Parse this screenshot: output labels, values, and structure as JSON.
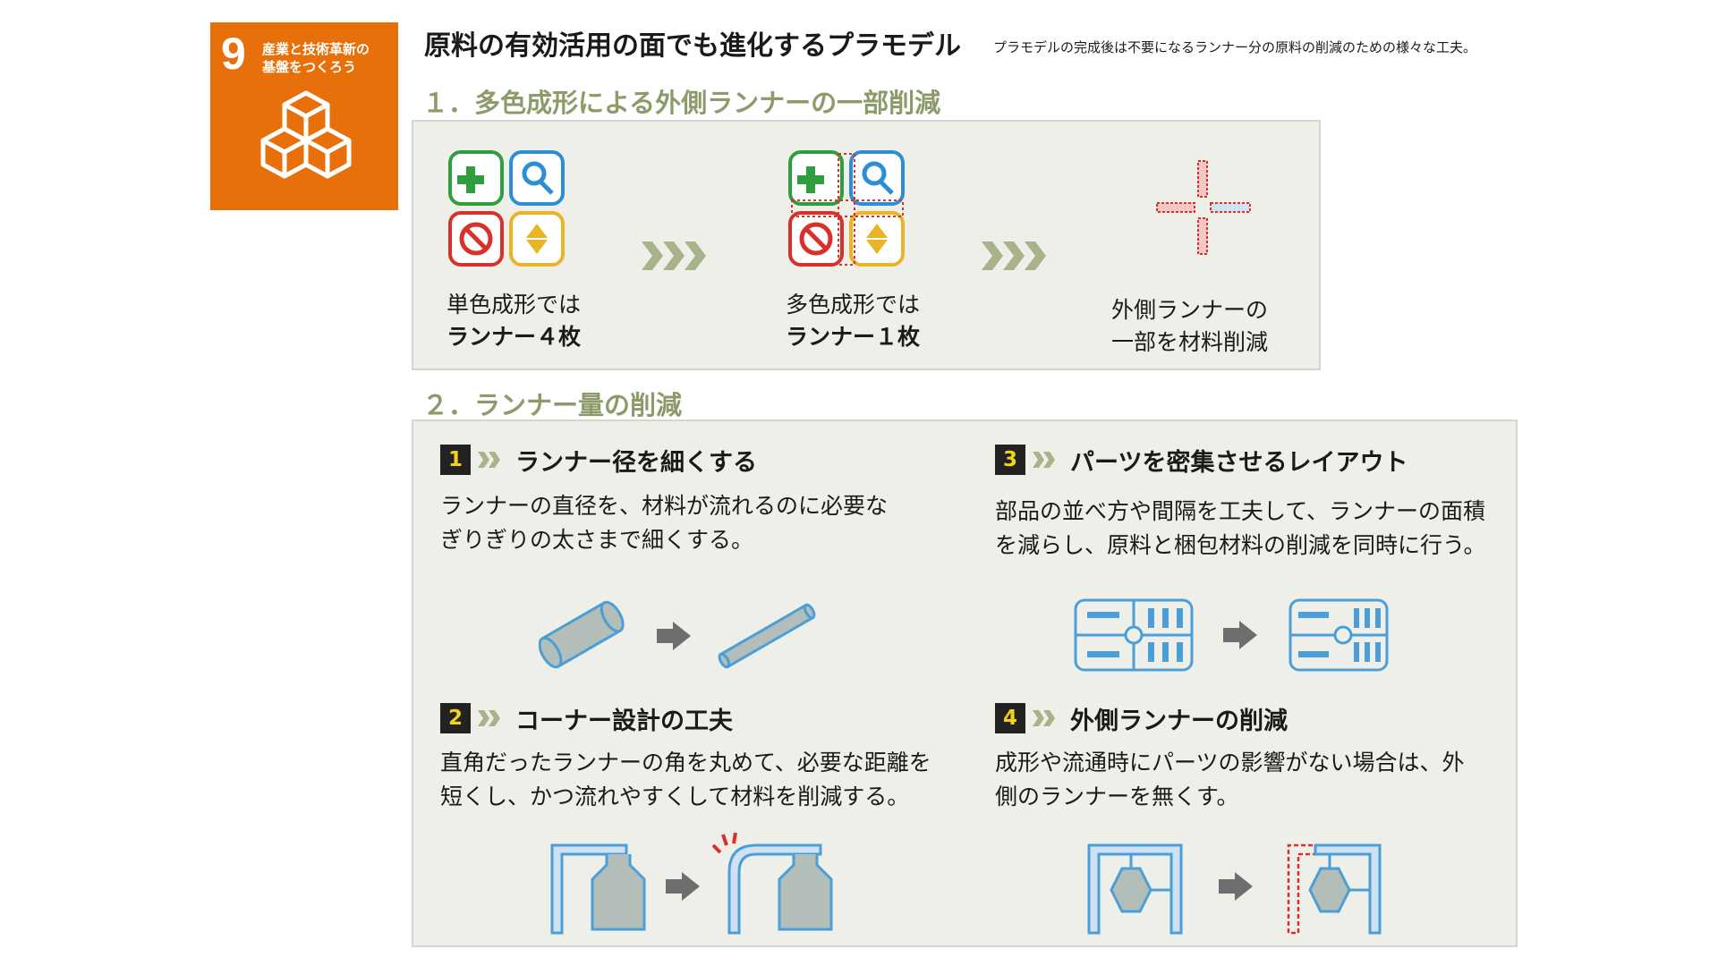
{
  "sdg": {
    "number": "9",
    "label": "産業と技術革新の\n基盤をつくろう",
    "color": "#E8700A",
    "icon": "cubes-icon"
  },
  "title": "原料の有効活用の面でも進化するプラモデル",
  "subtitle": "プラモデルの完成後は不要になるランナー分の原料の削減のための様々な工夫。",
  "section1": {
    "heading": "１．多色成形による外側ランナーの一部削減",
    "steps": [
      {
        "line1": "単色成形では",
        "line2": "ランナー４枚"
      },
      {
        "line1": "多色成形では",
        "line2": "ランナー１枚"
      },
      {
        "line1": "外側ランナーの",
        "line2": "一部を材料削減"
      }
    ]
  },
  "section2": {
    "heading": "２．ランナー量の削減",
    "items": [
      {
        "number": "1",
        "title": "ランナー径を細くする",
        "desc": "ランナーの直径を、材料が流れるのに必要な\nぎりぎりの太さまで細くする。"
      },
      {
        "number": "2",
        "title": "コーナー設計の工夫",
        "desc": "直角だったランナーの角を丸めて、必要な距離を\n短くし、かつ流れやすくして材料を削減する。"
      },
      {
        "number": "3",
        "title": "パーツを密集させるレイアウト",
        "desc": "部品の並べ方や間隔を工夫して、ランナーの面積\nを減らし、原料と梱包材料の削減を同時に行う。"
      },
      {
        "number": "4",
        "title": "外側ランナーの削減",
        "desc": "成形や流通時にパーツの影響がない場合は、外\n側のランナーを無くす。"
      }
    ]
  },
  "colors": {
    "heading": "#8D9B6A",
    "panel": "#EFEFE9",
    "runner": "#4A9FD8",
    "part": "#B3BEB8",
    "red": "#D8312B",
    "green": "#2E9E3E",
    "yellow": "#E9B425"
  }
}
